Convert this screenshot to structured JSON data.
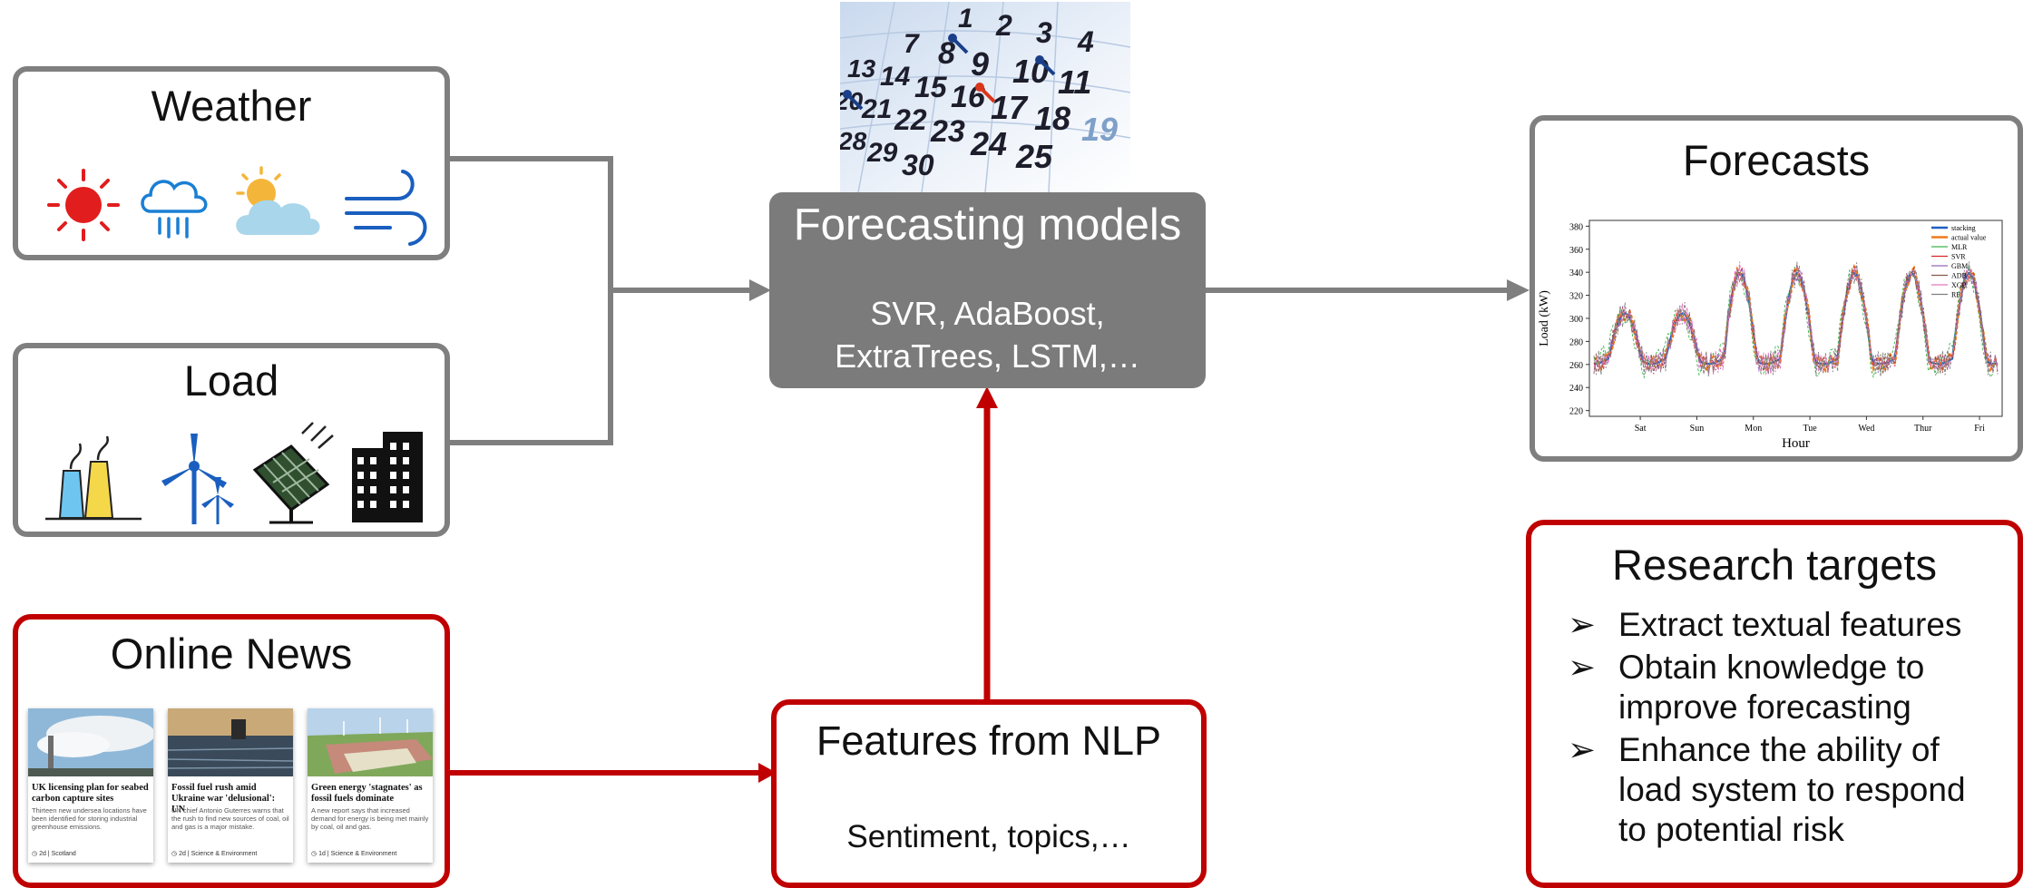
{
  "weather": {
    "title": "Weather",
    "icons": [
      "sun-icon",
      "rain-cloud-icon",
      "partly-cloudy-icon",
      "wind-icon"
    ]
  },
  "load": {
    "title": "Load",
    "icons": [
      "power-plant-icon",
      "wind-turbine-icon",
      "solar-panel-icon",
      "building-icon"
    ]
  },
  "news": {
    "title": "Online News",
    "cards": [
      {
        "headline": "UK licensing plan for seabed carbon capture sites",
        "summary": "Thirteen new undersea locations have been identified for storing industrial greenhouse emissions.",
        "age": "2d",
        "tag": "Scotland"
      },
      {
        "headline": "Fossil fuel rush amid Ukraine war 'delusional': UN",
        "summary": "UN chief Antonio Guterres warns that the rush to find new sources of coal, oil and gas is a major mistake.",
        "age": "2d",
        "tag": "Science & Environment"
      },
      {
        "headline": "Green energy 'stagnates' as fossil fuels dominate",
        "summary": "A new report says that increased demand for energy is being met mainly by coal, oil and gas.",
        "age": "1d",
        "tag": "Science & Environment"
      }
    ]
  },
  "models": {
    "title": "Forecasting models",
    "line1": "SVR, AdaBoost,",
    "line2": "ExtraTrees, LSTM,…"
  },
  "nlp": {
    "title": "Features from NLP",
    "subtitle": "Sentiment, topics,…"
  },
  "forecasts": {
    "title": "Forecasts"
  },
  "targets": {
    "title": "Research targets",
    "items": [
      {
        "lines": [
          "Extract textual features"
        ]
      },
      {
        "lines": [
          "Obtain knowledge to",
          "improve forecasting"
        ]
      },
      {
        "lines": [
          "Enhance the ability of",
          "load system to respond",
          "to potential risk"
        ]
      }
    ]
  },
  "calendar": {
    "numbers": [
      "1",
      "2",
      "3",
      "4",
      "7",
      "8",
      "9",
      "10",
      "11",
      "13",
      "14",
      "15",
      "16",
      "17",
      "18",
      "19",
      "20",
      "21",
      "22",
      "23",
      "24",
      "25",
      "28",
      "29",
      "30"
    ]
  },
  "chart_data": {
    "type": "line",
    "xlabel": "Hour",
    "ylabel": "Load (kW)",
    "ylim": [
      215,
      385
    ],
    "yticks": [
      220,
      240,
      260,
      280,
      300,
      320,
      340,
      360,
      380
    ],
    "xticks": [
      "Sat",
      "Sun",
      "Mon",
      "Tue",
      "Wed",
      "Thur",
      "Fri"
    ],
    "legend_position": "top-right",
    "series": [
      {
        "name": "stacking",
        "color": "#1f5fbf"
      },
      {
        "name": "actual value",
        "color": "#f07a1a"
      },
      {
        "name": "MLR",
        "color": "#3cb44b"
      },
      {
        "name": "SVR",
        "color": "#d62728"
      },
      {
        "name": "GBM",
        "color": "#9467bd"
      },
      {
        "name": "ADB",
        "color": "#8c564b"
      },
      {
        "name": "XGB",
        "color": "#e377c2"
      },
      {
        "name": "RF",
        "color": "#7f7f7f"
      }
    ]
  }
}
